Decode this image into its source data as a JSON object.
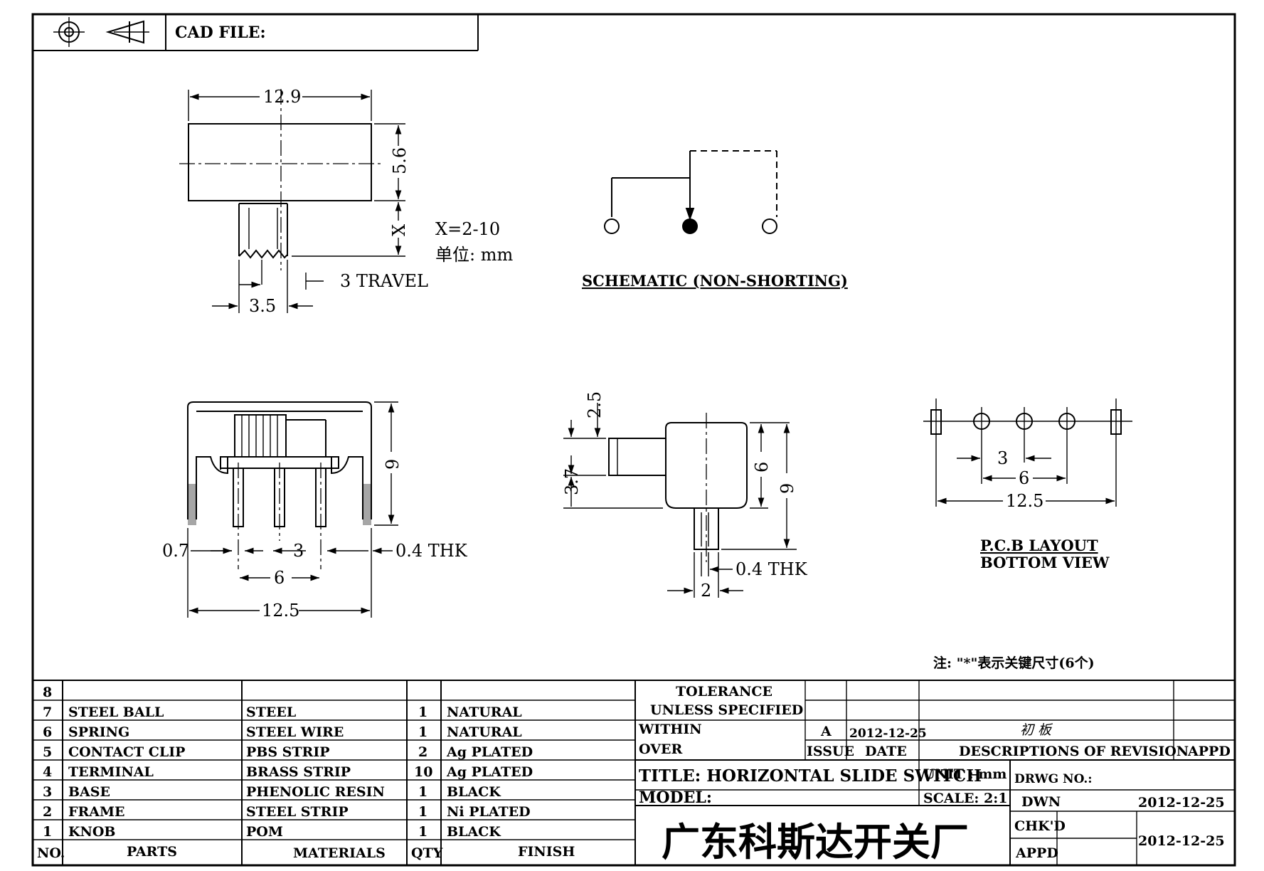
{
  "header": {
    "cad_file_label": "CAD FILE:"
  },
  "top_view": {
    "width": "12.9",
    "height": "5.6",
    "knob_extension": "X",
    "x_range": "X=2-10",
    "unit_note": "单位: mm",
    "travel": "3 TRAVEL",
    "knob_width": "3.5"
  },
  "schematic": {
    "label": "SCHEMATIC (NON-SHORTING)"
  },
  "front_view": {
    "height": "9",
    "pin_width": "0.7",
    "pitch": "3",
    "pitch_double": "6",
    "thickness": "0.4 THK",
    "overall": "12.5"
  },
  "side_view": {
    "knob_dim_a": "2.5",
    "knob_dim_b": "3.7",
    "body_height": "6",
    "total_height": "9",
    "thickness": "0.4 THK",
    "pin_width": "2"
  },
  "pcb": {
    "pitch": "3",
    "pitch_double": "6",
    "overall": "12.5",
    "title": "P.C.B LAYOUT",
    "subtitle": "BOTTOM VIEW",
    "note": "注: \"*\"表示关键尺寸(6个)"
  },
  "parts_list": {
    "rows": [
      {
        "no": "8",
        "part": "",
        "material": "",
        "qty": "",
        "finish": ""
      },
      {
        "no": "7",
        "part": "STEEL BALL",
        "material": "STEEL",
        "qty": "1",
        "finish": "NATURAL"
      },
      {
        "no": "6",
        "part": "SPRING",
        "material": "STEEL WIRE",
        "qty": "1",
        "finish": "NATURAL"
      },
      {
        "no": "5",
        "part": "CONTACT CLIP",
        "material": "PBS STRIP",
        "qty": "2",
        "finish": "Ag PLATED"
      },
      {
        "no": "4",
        "part": "TERMINAL",
        "material": "BRASS STRIP",
        "qty": "10",
        "finish": "Ag PLATED"
      },
      {
        "no": "3",
        "part": "BASE",
        "material": "PHENOLIC RESIN",
        "qty": "1",
        "finish": "BLACK"
      },
      {
        "no": "2",
        "part": "FRAME",
        "material": "STEEL STRIP",
        "qty": "1",
        "finish": "Ni PLATED"
      },
      {
        "no": "1",
        "part": "KNOB",
        "material": "POM",
        "qty": "1",
        "finish": "BLACK"
      }
    ],
    "headers": {
      "no": "NO.",
      "part": "PARTS",
      "material": "MATERIALS",
      "qty": "QTY",
      "finish": "FINISH"
    }
  },
  "title_block": {
    "tolerance_1": "TOLERANCE",
    "tolerance_2": "UNLESS SPECIFIED",
    "within": "WITHIN",
    "over": "OVER",
    "issue_value": "A",
    "issue_date": "2012-12-25",
    "revision_desc": "初 板",
    "issue_label": "ISSUE",
    "date_label": "DATE",
    "descriptions_label": "DESCRIPTIONS OF REVISION",
    "appd_label": "APPD",
    "title": "TITLE: HORIZONTAL SLIDE SWITCH",
    "unit": "UNIT : mm",
    "drwg_no": "DRWG NO.:",
    "model": "MODEL:",
    "scale": "SCALE: 2:1",
    "dwn_label": "DWN",
    "dwn_date": "2012-12-25",
    "chkd_label": "CHK'D",
    "appd_label2": "APPD",
    "chk_date": "2012-12-25",
    "company": "广东科斯达开关厂"
  }
}
